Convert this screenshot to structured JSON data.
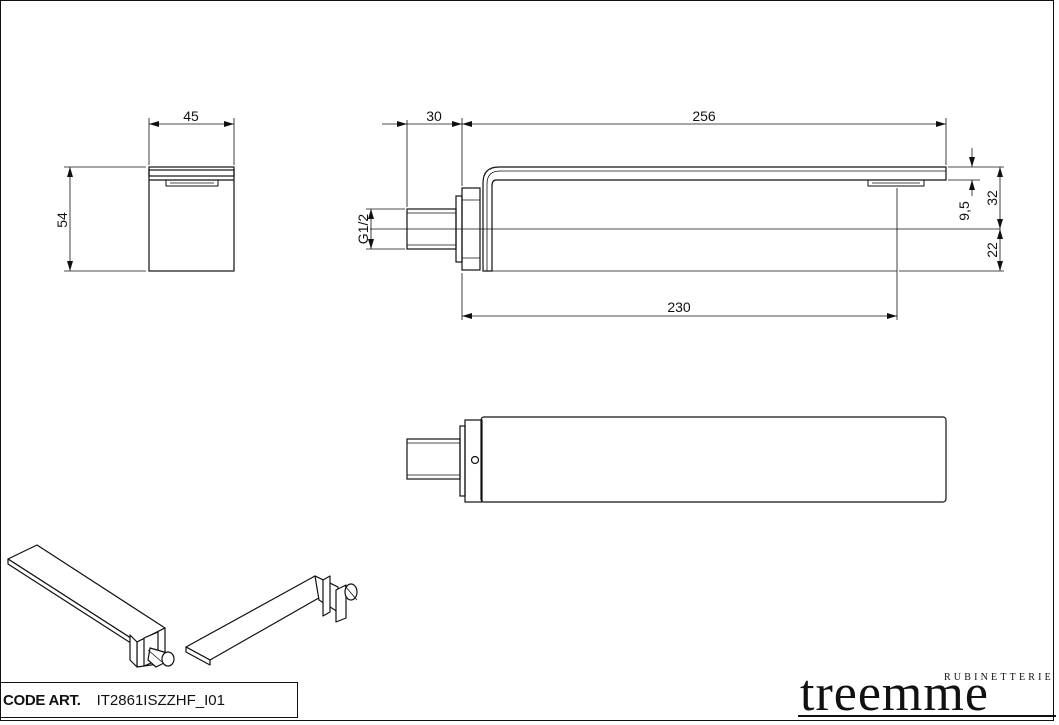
{
  "dimensions": {
    "side_width": "45",
    "side_height": "54",
    "inlet_length": "30",
    "spout_length": "256",
    "projection": "230",
    "thread": "G1/2",
    "offset_small": "9,5",
    "offset_top": "32",
    "offset_bottom": "22"
  },
  "code": {
    "label": "CODE ART.",
    "value": "IT2861ISZZHF_I01"
  },
  "brand": {
    "sub": "RUBINETTERIE",
    "name": "treemme"
  }
}
